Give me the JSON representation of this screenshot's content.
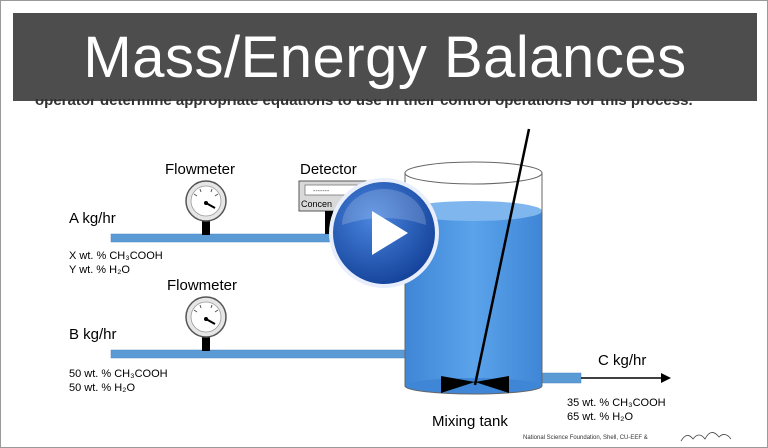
{
  "title": "Mass/Energy Balances",
  "subtitle": "operator determine appropriate equations to use in their control operations for this process.",
  "diagram": {
    "flowmeter_top": "Flowmeter",
    "flowmeter_bottom": "Flowmeter",
    "detector": "Detector",
    "detector_display": "-------",
    "detector_caption": "Concen",
    "stream_a": {
      "label": "A kg/hr",
      "comp1": "X wt. % CH₃COOH",
      "comp2": "Y wt. % H₂O"
    },
    "stream_b": {
      "label": "B kg/hr",
      "comp1": "50 wt. % CH₃COOH",
      "comp2": "50 wt. % H₂O"
    },
    "stream_c": {
      "label": "C kg/hr",
      "comp1": "35 wt. % CH₃COOH",
      "comp2": "65 wt. % H₂O"
    },
    "tank_label": "Mixing tank",
    "credit": "National Science Foundation, Shell, CU-EEF &"
  },
  "colors": {
    "pipe": "#5b9bd5",
    "liquid": "#4a90d9",
    "title_bg": "#4d4d4d",
    "play": "#1c4fa8"
  },
  "icons": {
    "play": "play-icon",
    "gauge": "gauge-icon"
  }
}
